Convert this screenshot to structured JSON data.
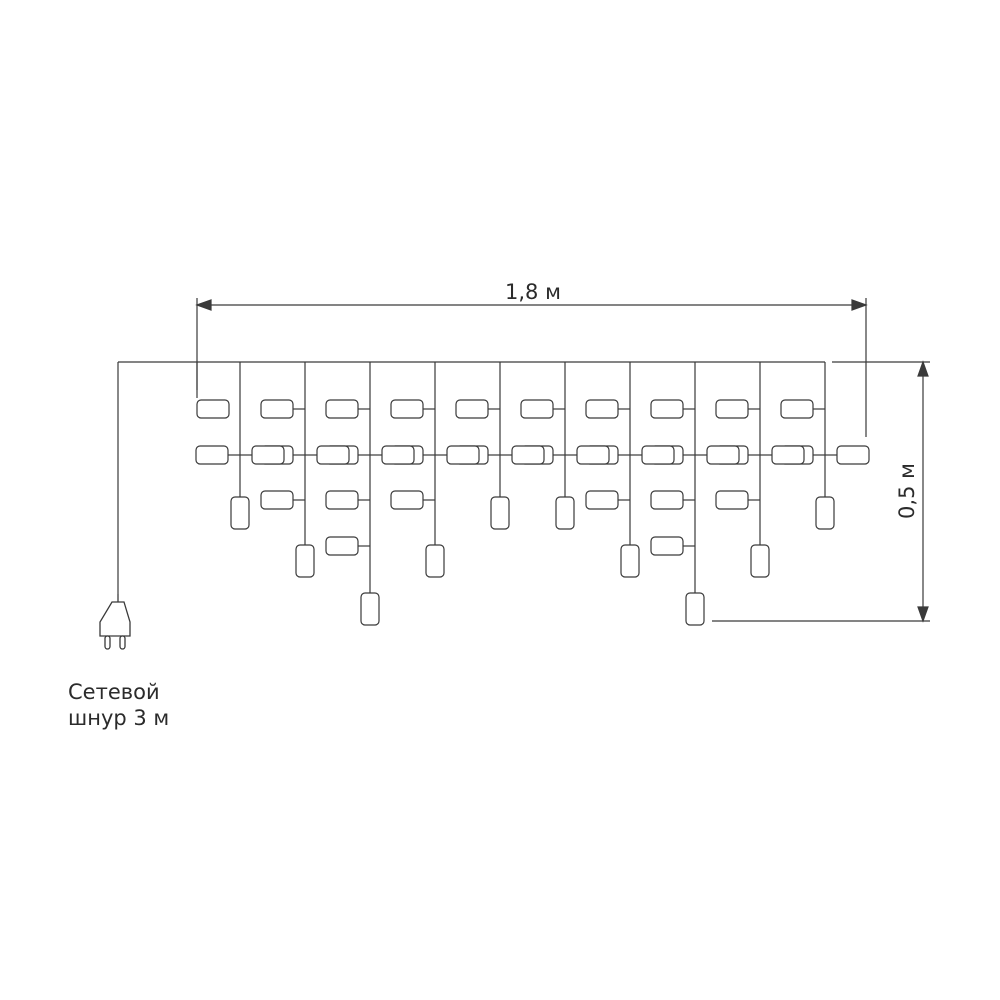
{
  "dimensions": {
    "width": "1,8 м",
    "height": "0,5 м"
  },
  "cord": {
    "line1": "Сетевой",
    "line2": "шнур 3 м"
  },
  "colors": {
    "stroke": "#3a3a3a",
    "text": "#2b2b2b",
    "background": "#ffffff"
  },
  "icons": [
    "plug-icon",
    "dimension-arrow-icon"
  ]
}
